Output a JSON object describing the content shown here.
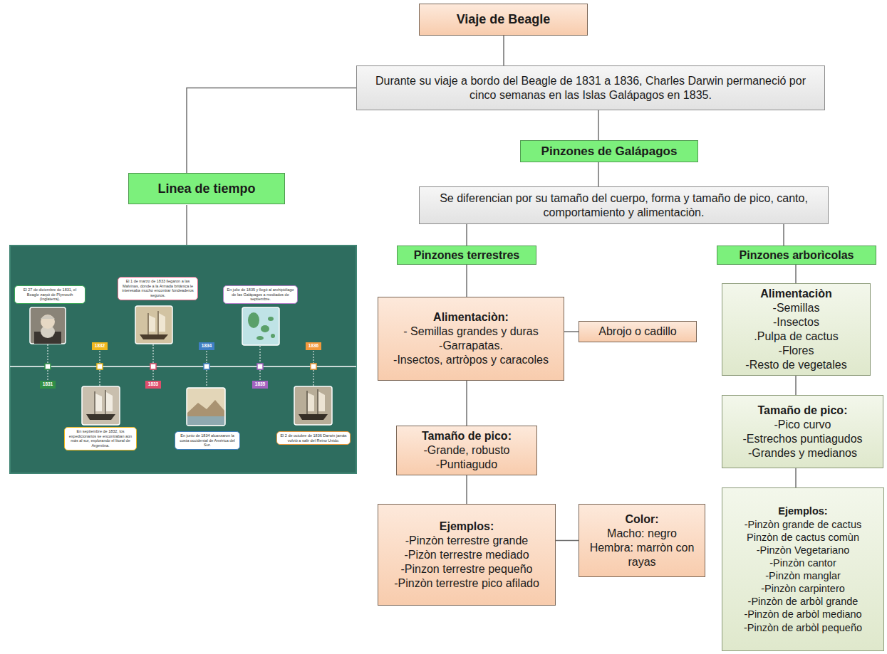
{
  "diagram": {
    "nodes": [
      {
        "text": [
          "Viaje de Beagle"
        ]
      },
      {
        "text": [
          "Durante su viaje a bordo del Beagle de 1831 a 1836, Charles Darwin permaneció por cinco semanas en las Islas Galápagos en 1835."
        ]
      },
      {
        "text": [
          "Linea de tiempo"
        ]
      },
      {
        "text": [
          "El 27 de diciembre de 1831, el Beagle zarpó de Plymouth (Inglaterra)."
        ]
      },
      {
        "text": [
          "El 1 de marzo de 1833 llegaron a las Malvinas, donde a la Armada británica le interesaba mucho encontrar fondeaderos seguros."
        ]
      },
      {
        "text": [
          "En julio de 1835 y llegó al archipiélago de las Galápagos a mediados de septiembre."
        ]
      },
      {
        "text": [
          "1832"
        ]
      },
      {
        "text": [
          "1834"
        ]
      },
      {
        "text": [
          "1836"
        ]
      },
      {
        "text": [
          "1831"
        ]
      },
      {
        "text": [
          "1833"
        ]
      },
      {
        "text": [
          "1835"
        ]
      },
      {
        "text": [
          "En septiembre de 1832, los expedicionarios se encontraban aún más al sur, explorando el litoral de Argentina."
        ]
      },
      {
        "text": [
          "En junio de 1834 alcanzaron la costa occidental de América del Sur."
        ]
      },
      {
        "text": [
          "El 2 de octubre de 1836 Darwin jamás volvió a salir del Reino Unido."
        ]
      },
      {
        "text": [
          "Pinzones de Galápagos"
        ]
      },
      {
        "text": [
          "Se diferencian por su tamaño del cuerpo, forma y tamaño de pico, canto, comportamiento y alimentaciòn."
        ]
      },
      {
        "text": [
          "Pinzones terrestres"
        ]
      },
      {
        "text": [
          "Pinzones arborìcolas"
        ]
      },
      {
        "text": [
          "Alimentaciòn:",
          "- Semillas grandes y duras",
          "-Garrapatas.",
          "-Insectos, artròpos y caracoles"
        ]
      },
      {
        "text": [
          "Abrojo o cadillo"
        ]
      },
      {
        "text": [
          "Tamaño de pico:",
          "-Grande, robusto",
          "-Puntiagudo"
        ]
      },
      {
        "text": [
          "Ejemplos:",
          "-Pinzòn terrestre grande",
          "-Pizòn terrestre mediado",
          "-Pinzon terrestre pequeño",
          "-Pinzòn terrestre pico afilado"
        ]
      },
      {
        "text": [
          "Color:",
          "Macho: negro",
          "Hembra: marròn con rayas"
        ]
      },
      {
        "text": [
          "Alimentaciòn",
          "-Semillas",
          "-Insectos",
          ".Pulpa de cactus",
          "-Flores",
          "-Resto de vegetales"
        ]
      },
      {
        "text": [
          "Tamaño de pico:",
          "-Pico curvo",
          "-Estrechos puntiagudos",
          "-Grandes y medianos"
        ]
      },
      {
        "text": [
          "Ejemplos:",
          "-Pinzòn grande de cactus",
          "Pinzòn de cactus comùn",
          "-Pinzòn Vegetariano",
          "-Pinzòn cantor",
          "-Pinzòn manglar",
          "-Pinzòn carpintero",
          "-Pinzòn de arbòl grande",
          "-Pinzòn de arbòl mediano",
          "-Pinzòn de arbòl pequeño"
        ]
      }
    ],
    "edges": [
      {
        "from": 0,
        "to": 1,
        "arrow": "none"
      },
      {
        "from": 1,
        "to": 2,
        "arrow": "none"
      },
      {
        "from": 1,
        "to": 15,
        "arrow": "none"
      },
      {
        "from": 15,
        "to": 16,
        "arrow": "none"
      },
      {
        "from": 16,
        "to": 17,
        "arrow": "none"
      },
      {
        "from": 16,
        "to": 18,
        "arrow": "none"
      },
      {
        "from": 17,
        "to": 19,
        "arrow": "none"
      },
      {
        "from": 19,
        "to": 20,
        "arrow": "none"
      },
      {
        "from": 19,
        "to": 21,
        "arrow": "none"
      },
      {
        "from": 21,
        "to": 22,
        "arrow": "none"
      },
      {
        "from": 22,
        "to": 23,
        "arrow": "none"
      },
      {
        "from": 18,
        "to": 24,
        "arrow": "none"
      },
      {
        "from": 24,
        "to": 25,
        "arrow": "none"
      },
      {
        "from": 25,
        "to": 26,
        "arrow": "none"
      }
    ]
  }
}
